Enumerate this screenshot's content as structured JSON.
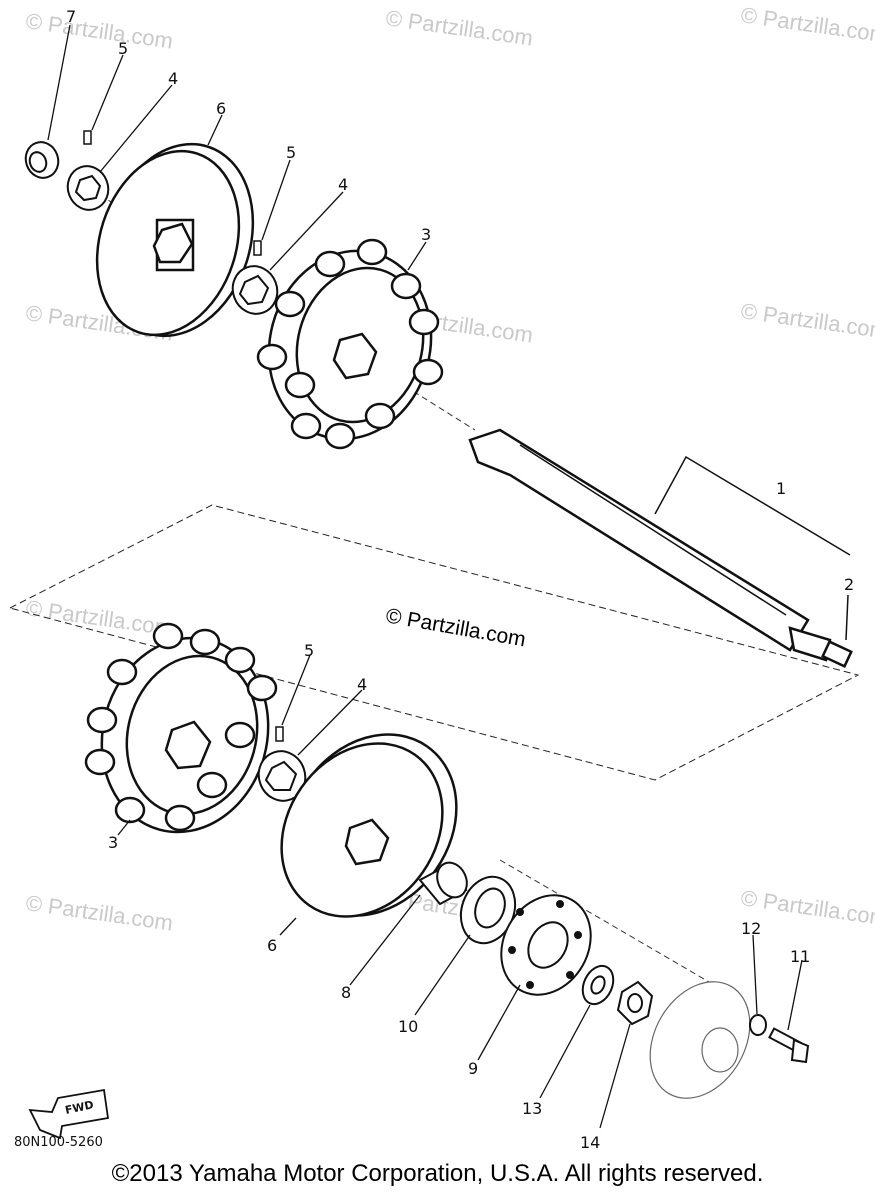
{
  "diagram": {
    "watermark_text": "© Partzilla.com",
    "center_watermark": "© Partzilla.com",
    "diagram_code": "80N100-5260",
    "fwd_label": "FWD",
    "copyright": "©2013  Yamaha Motor Corporation, U.S.A. All rights reserved.",
    "callouts": {
      "c1": "1",
      "c2": "2",
      "c3a": "3",
      "c3b": "3",
      "c4a": "4",
      "c4b": "4",
      "c4c": "4",
      "c5a": "5",
      "c5b": "5",
      "c5c": "5",
      "c6a": "6",
      "c6b": "6",
      "c7": "7",
      "c8": "8",
      "c9": "9",
      "c10": "10",
      "c11": "11",
      "c12": "12",
      "c13": "13",
      "c14": "14"
    }
  }
}
